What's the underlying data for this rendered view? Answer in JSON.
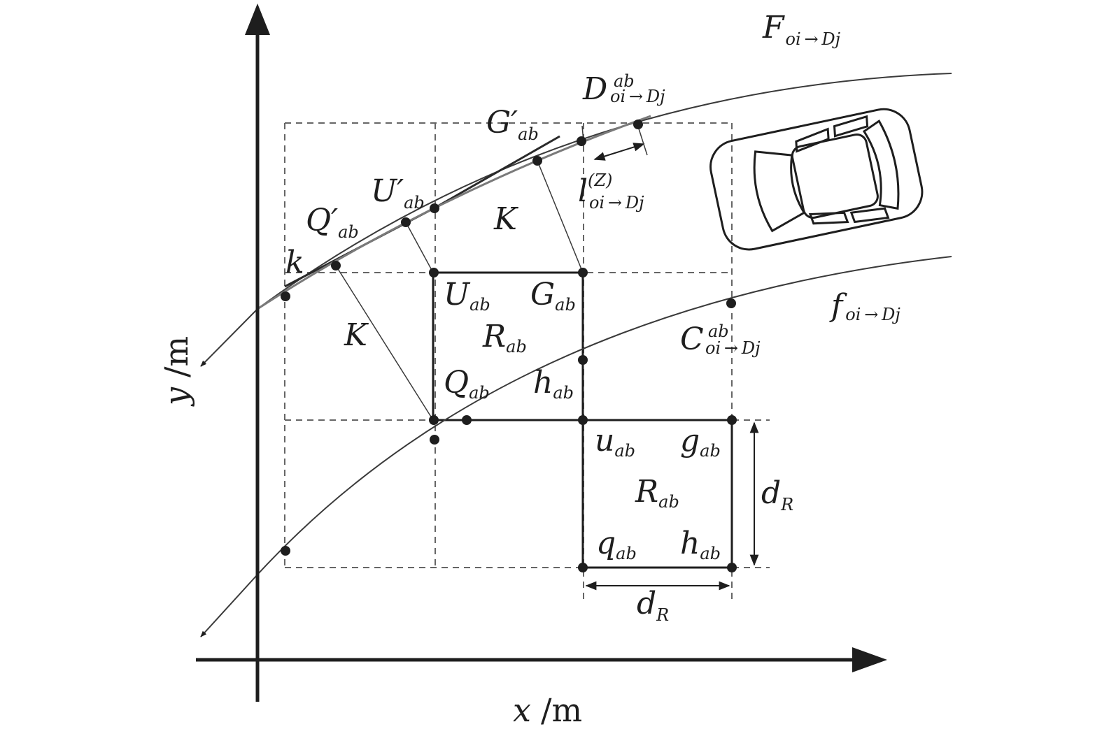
{
  "colors": {
    "ink": "#1e1e1e",
    "dash": "#666666",
    "tangent": "#7a7a7a"
  },
  "axes": {
    "x_label": {
      "var": "x",
      "unit": "/m"
    },
    "y_label": {
      "var": "y",
      "unit": "/m"
    }
  },
  "curves": {
    "upper": {
      "main": "F",
      "sub": "oi → Dj"
    },
    "lower": {
      "main": "f",
      "sub": "oi → Dj"
    }
  },
  "points": {
    "D": {
      "main": "D",
      "sup": "ab",
      "sub": "oi → Dj"
    },
    "C": {
      "main": "C",
      "sup": "ab",
      "sub": "oi → Dj"
    },
    "Gp": {
      "main": "G′",
      "sub": "ab"
    },
    "Up": {
      "main": "U′",
      "sub": "ab"
    },
    "Qp": {
      "main": "Q′",
      "sub": "ab"
    },
    "k": {
      "main": "k"
    },
    "l": {
      "main": "l",
      "sup": "(Z)",
      "sub": "oi → Dj"
    },
    "K1": {
      "main": "K"
    },
    "K2": {
      "main": "K"
    }
  },
  "cell_upper": {
    "U": {
      "main": "U",
      "sub": "ab"
    },
    "G": {
      "main": "G",
      "sub": "ab"
    },
    "R": {
      "main": "R",
      "sub": "ab"
    },
    "Q": {
      "main": "Q",
      "sub": "ab"
    },
    "h": {
      "main": "h",
      "sub": "ab"
    }
  },
  "cell_lower": {
    "u": {
      "main": "u",
      "sub": "ab"
    },
    "g": {
      "main": "g",
      "sub": "ab"
    },
    "R": {
      "main": "R",
      "sub": "ab"
    },
    "q": {
      "main": "q",
      "sub": "ab"
    },
    "h": {
      "main": "h",
      "sub": "ab"
    }
  },
  "dims": {
    "vertical": {
      "main": "d",
      "sub": "R"
    },
    "horizontal": {
      "main": "d",
      "sub": "R"
    }
  }
}
